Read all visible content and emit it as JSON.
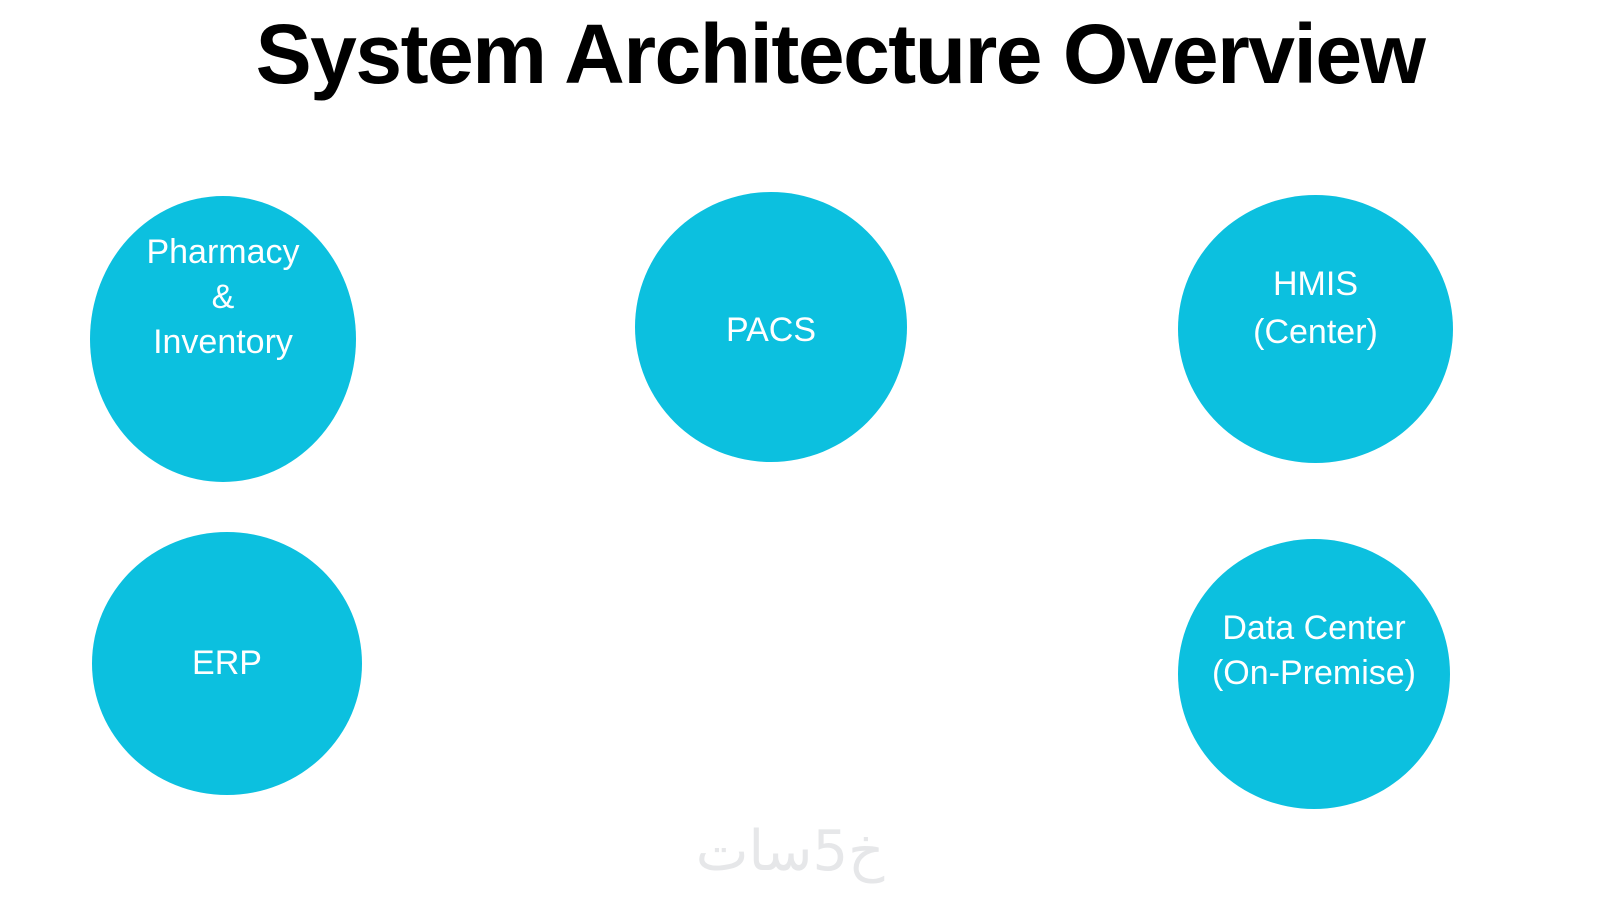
{
  "title": "System Architecture Overview",
  "nodes": [
    {
      "id": "pharmacy-inventory",
      "lines": [
        "Pharmacy",
        "&",
        "Inventory"
      ]
    },
    {
      "id": "pacs",
      "lines": [
        "PACS"
      ]
    },
    {
      "id": "hmis-center",
      "lines": [
        "HMIS",
        "(Center)"
      ]
    },
    {
      "id": "erp",
      "lines": [
        "ERP"
      ]
    },
    {
      "id": "data-center-on-premise",
      "lines": [
        "Data Center",
        "(On-Premise)"
      ]
    }
  ],
  "watermark": {
    "text": "خ5سات"
  },
  "colors": {
    "background": "#FFFFFF",
    "title": "#000000",
    "circle_fill": "#0CC0DF",
    "circle_text": "#FFFFFF",
    "watermark": "#E6E7E9"
  }
}
